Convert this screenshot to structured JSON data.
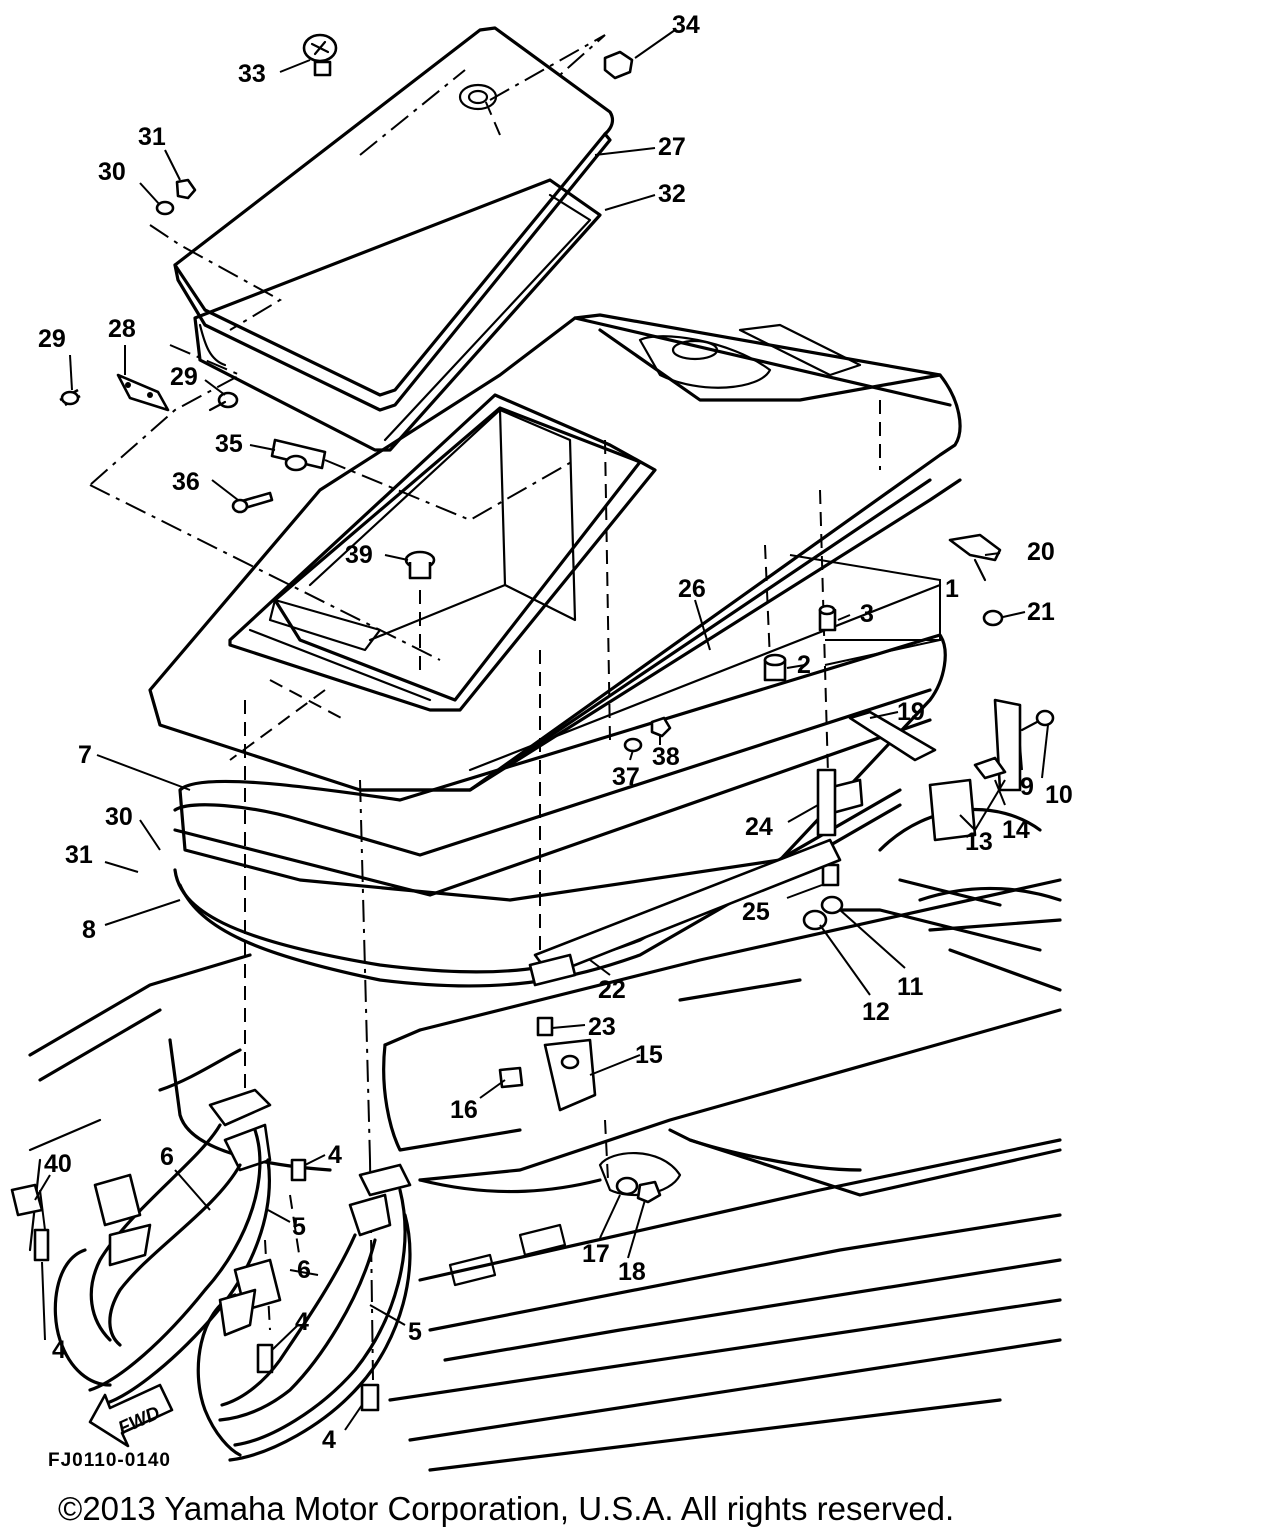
{
  "diagram": {
    "callouts": [
      {
        "id": "34",
        "text": "34"
      },
      {
        "id": "33",
        "text": "33"
      },
      {
        "id": "27",
        "text": "27"
      },
      {
        "id": "32",
        "text": "32"
      },
      {
        "id": "31a",
        "text": "31"
      },
      {
        "id": "30a",
        "text": "30"
      },
      {
        "id": "29a",
        "text": "29"
      },
      {
        "id": "28",
        "text": "28"
      },
      {
        "id": "29b",
        "text": "29"
      },
      {
        "id": "35",
        "text": "35"
      },
      {
        "id": "36",
        "text": "36"
      },
      {
        "id": "39",
        "text": "39"
      },
      {
        "id": "26",
        "text": "26"
      },
      {
        "id": "20",
        "text": "20"
      },
      {
        "id": "1",
        "text": "1"
      },
      {
        "id": "3",
        "text": "3"
      },
      {
        "id": "21",
        "text": "21"
      },
      {
        "id": "2",
        "text": "2"
      },
      {
        "id": "19",
        "text": "19"
      },
      {
        "id": "10",
        "text": "10"
      },
      {
        "id": "9",
        "text": "9"
      },
      {
        "id": "14",
        "text": "14"
      },
      {
        "id": "13",
        "text": "13"
      },
      {
        "id": "7",
        "text": "7"
      },
      {
        "id": "37",
        "text": "37"
      },
      {
        "id": "38",
        "text": "38"
      },
      {
        "id": "30b",
        "text": "30"
      },
      {
        "id": "24",
        "text": "24"
      },
      {
        "id": "31b",
        "text": "31"
      },
      {
        "id": "8",
        "text": "8"
      },
      {
        "id": "25",
        "text": "25"
      },
      {
        "id": "11",
        "text": "11"
      },
      {
        "id": "12",
        "text": "12"
      },
      {
        "id": "22",
        "text": "22"
      },
      {
        "id": "23",
        "text": "23"
      },
      {
        "id": "15",
        "text": "15"
      },
      {
        "id": "16",
        "text": "16"
      },
      {
        "id": "6a",
        "text": "6"
      },
      {
        "id": "4a",
        "text": "4"
      },
      {
        "id": "40",
        "text": "40"
      },
      {
        "id": "5a",
        "text": "5"
      },
      {
        "id": "6b",
        "text": "6"
      },
      {
        "id": "17",
        "text": "17"
      },
      {
        "id": "18",
        "text": "18"
      },
      {
        "id": "4b",
        "text": "4"
      },
      {
        "id": "5b",
        "text": "5"
      },
      {
        "id": "4c",
        "text": "4"
      },
      {
        "id": "4d",
        "text": "4"
      }
    ],
    "fwd_label": "FWD",
    "drawing_code": "FJ0110-0140"
  },
  "footer": {
    "copyright": "©2013 Yamaha Motor Corporation, U.S.A. All rights reserved."
  }
}
